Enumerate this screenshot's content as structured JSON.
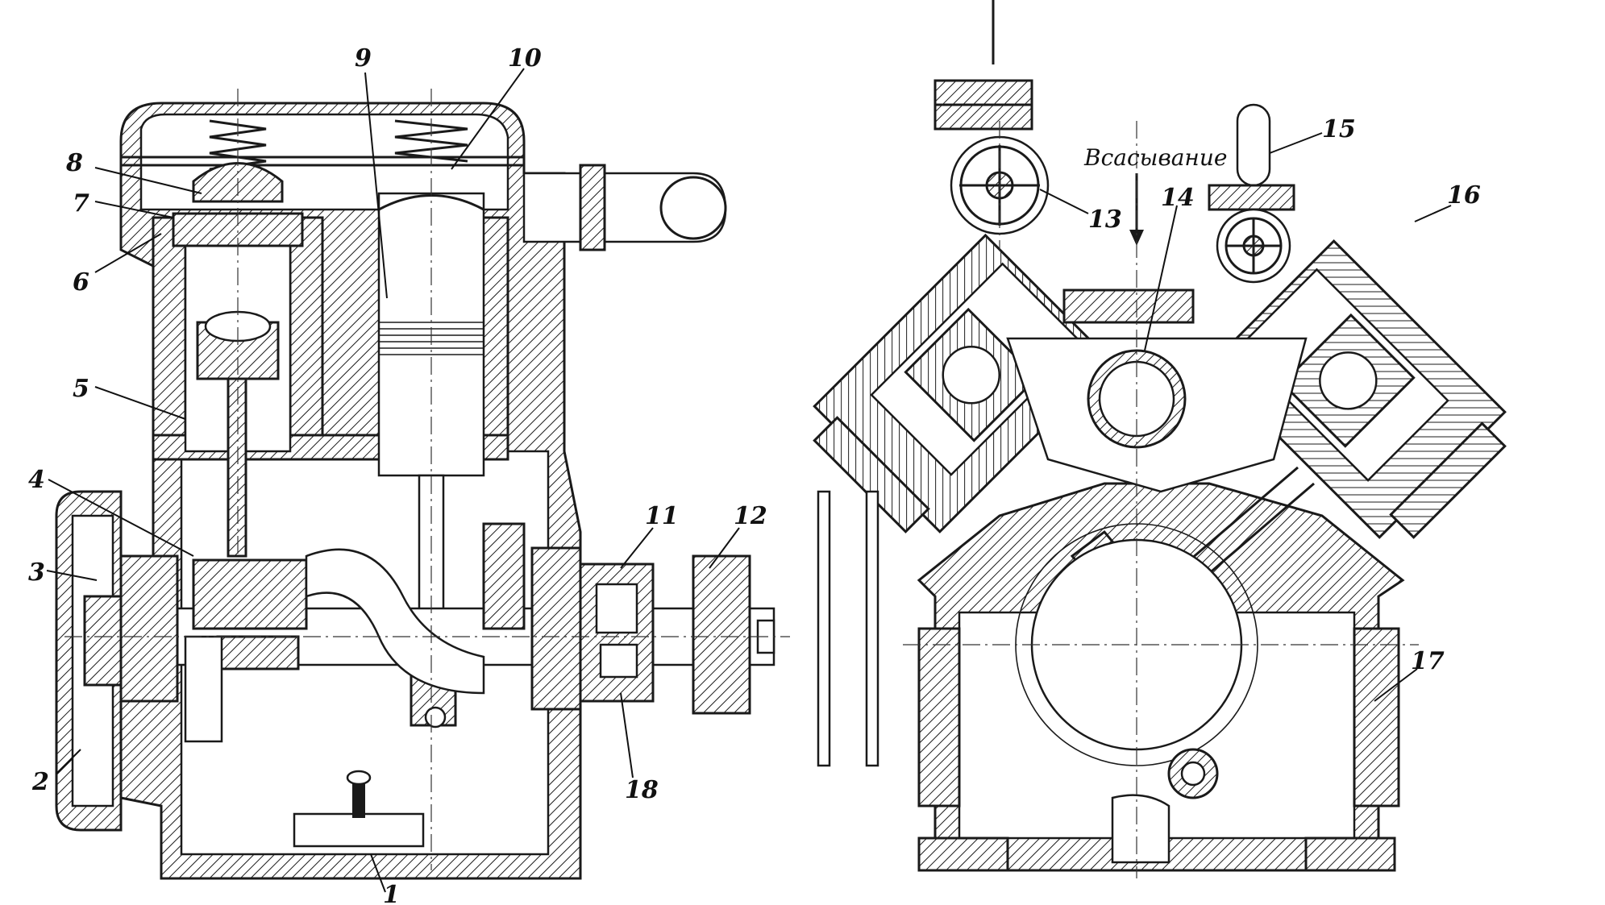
{
  "labels": {
    "l1": "1",
    "l2": "2",
    "l3": "3",
    "l4": "4",
    "l5": "5",
    "l6": "6",
    "l7": "7",
    "l8": "8",
    "l9": "9",
    "l10": "10",
    "l11": "11",
    "l12": "12",
    "l13": "13",
    "l14": "14",
    "l15": "15",
    "l16": "16",
    "l17": "17",
    "l18": "18"
  },
  "words": {
    "suction": "Всасывание"
  }
}
